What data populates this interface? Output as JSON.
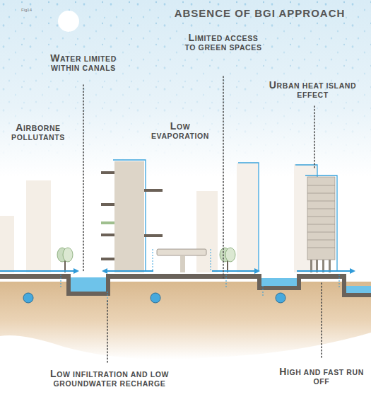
{
  "diagram": {
    "title": "ABSENCE OF BGI APPROACH",
    "labels": [
      "Fig14",
      "AIRBORNE POLLUTANTS",
      "WATER LIMITED WITHIN CANALS",
      "LOW EVAPORATION",
      "LIMITED ACCESS TO GREEN SPACES",
      "URBAN HEAT ISLAND EFFECT",
      "LOW INFILTRATION AND LOW GROUNDWATER RECHARGE",
      "HIGH AND FAST RUN OFF"
    ]
  }
}
